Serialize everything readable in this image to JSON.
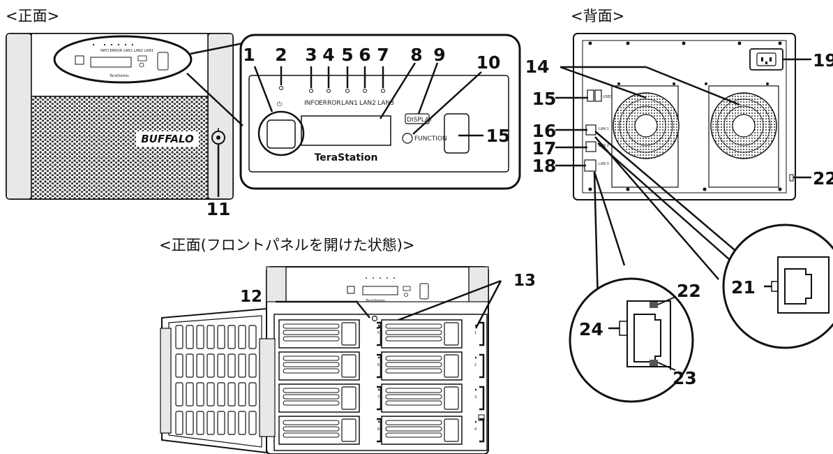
{
  "titles": {
    "front": "<正面>",
    "rear": "<背面>",
    "front_open": "<正面(フロントパネルを開けた状態)>"
  },
  "panel": {
    "leds": [
      "INFO",
      "ERROR",
      "LAN1",
      "LAN2",
      "LAN3"
    ],
    "display_label": "DISPLAY",
    "function_label": "FUNCTION",
    "brand": "TeraStation",
    "logo": "BUFFALO"
  },
  "callouts": {
    "n1": "1",
    "n2": "2",
    "n3": "3",
    "n4": "4",
    "n5": "5",
    "n6": "6",
    "n7": "7",
    "n8": "8",
    "n9": "9",
    "n10": "10",
    "n11": "11",
    "n12": "12",
    "n13": "13",
    "n14": "14",
    "n15a": "15",
    "n15b": "15",
    "n16": "16",
    "n17": "17",
    "n18": "18",
    "n19": "19",
    "n21": "21",
    "n22a": "22",
    "n22b": "22",
    "n23": "23",
    "n24": "24"
  },
  "rear_ports": {
    "usb": "USB3",
    "lan1": "LAN 1",
    "lan2": "LAN 2",
    "lan3": "LAN 3"
  },
  "drive_bays": {
    "left_column": [
      "5",
      "6",
      "7",
      "8"
    ],
    "right_column": [
      "1",
      "2",
      "3",
      "4"
    ]
  }
}
